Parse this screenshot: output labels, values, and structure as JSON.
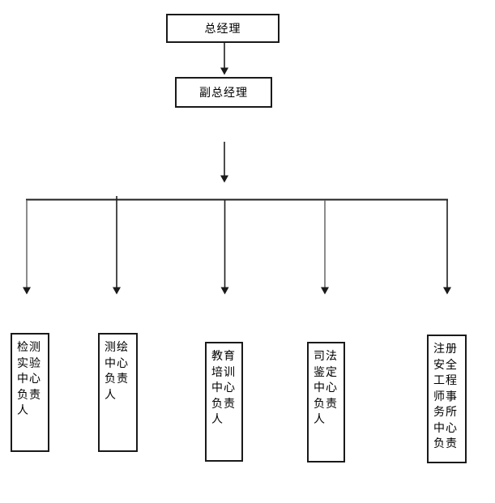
{
  "org_chart": {
    "top_node": {
      "label": "总经理"
    },
    "second_node": {
      "label": "副总经理"
    },
    "departments": [
      {
        "lines": [
          "检测",
          "实验",
          "中心",
          "负责",
          "人"
        ]
      },
      {
        "lines": [
          "测绘",
          "中心",
          "负责",
          "人"
        ]
      },
      {
        "lines": [
          "教育",
          "培训",
          "中心",
          "负责",
          "人"
        ]
      },
      {
        "lines": [
          "司法",
          "鉴定",
          "中心",
          "负责",
          "人"
        ]
      },
      {
        "lines": [
          "注册",
          "安全",
          "工程",
          "师事",
          "务所",
          "中心",
          "负责"
        ]
      }
    ],
    "colors": {
      "line": "#1f1f1f",
      "line_soft": "#6f6f6f",
      "box_border": "#1a1a1a",
      "background": "#ffffff",
      "text": "#000000"
    }
  }
}
